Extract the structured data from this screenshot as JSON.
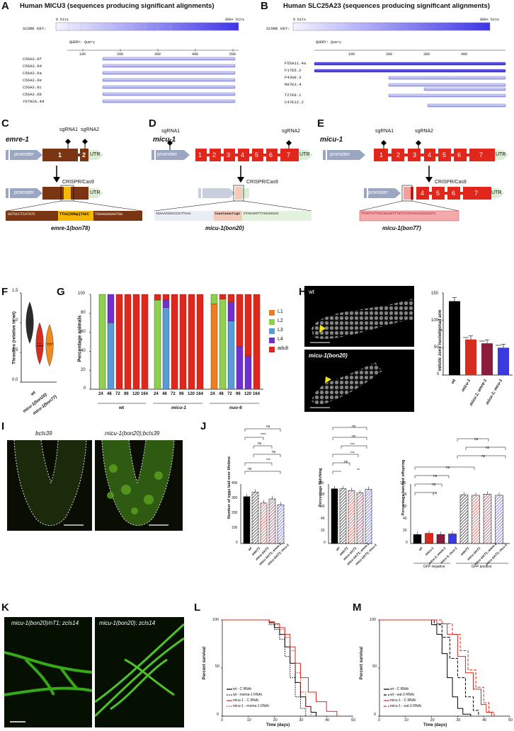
{
  "panel_letters": [
    "A",
    "B",
    "C",
    "D",
    "E",
    "F",
    "G",
    "H",
    "I",
    "J",
    "K",
    "L",
    "M"
  ],
  "panel_a": {
    "title": "Human MICU3 (sequences producing significant alignments)",
    "score_key": "SCORE KEY:",
    "score_min": "0 bits",
    "score_max": "800+ bits",
    "query_label": "QUERY: Query",
    "ticks": [
      "100",
      "200",
      "300",
      "400",
      "500"
    ],
    "hits": [
      "C56A3.6f",
      "C56A3.6d",
      "C56A3.6a",
      "C56A3.6e",
      "C56A3.6c",
      "C56A3.6b",
      "Y67H2A.4d"
    ]
  },
  "panel_b": {
    "title": "Human SLC25A23 (sequences producing significant alignments)",
    "score_key": "SCORE KEY:",
    "score_min": "0 bits",
    "score_max": "800+ bits",
    "query_label": "QUERY: Query",
    "ticks": [
      "100",
      "200",
      "300",
      "400"
    ],
    "hits": [
      "F55A11.4a",
      "F17E5.2",
      "F43G9.3",
      "R07E3.4",
      "T27E9.1",
      "C47E12.2"
    ]
  },
  "panel_c": {
    "gene": "emre-1",
    "sg1": "sgRNA1",
    "sg2": "sgRNA2",
    "promoter": "promoter",
    "utr": "UTR",
    "exons": [
      "1",
      "2"
    ],
    "method": "CRISPR/Cas9",
    "sequence_left": "GGTGCCTCATATC",
    "sequence_mid": "TTCG[85bp]TACC",
    "sequence_right": "TGGAGGAGAATGA",
    "allele": "emre-1(bon78)"
  },
  "panel_d": {
    "gene": "micu-1",
    "sg1": "sgRNA1",
    "sg2": "sgRNA2",
    "promoter": "promoter",
    "utr": "UTR",
    "exons": [
      "1",
      "2",
      "3",
      "4",
      "5",
      "6",
      "7"
    ],
    "method": "CRISPR/Cas9",
    "sequence_left": "AGAAACCGCCCACTTAAA",
    "sequence_mid": "taaataaactcga",
    "sequence_right": "GTAGAGGTTTAGAGCGAC",
    "allele": "micu-1(bon20)"
  },
  "panel_e": {
    "gene": "micu-1",
    "sg1": "sgRNA1",
    "sg2": "sgRNA2",
    "promoter": "promoter",
    "utr": "UTR",
    "exons": [
      "1",
      "2",
      "3",
      "4",
      "5",
      "6",
      "7"
    ],
    "exons_after": [
      "4",
      "5",
      "6",
      "7"
    ],
    "method": "CRISPR/Cas9",
    "sequence": "TTAATTATTGTCAGAAGTTTGTTTATCAGCACCGCCCGTA",
    "allele": "micu-1(bon77)"
  },
  "panel_f": {
    "ylabel": "Thrashes (relative to wt)",
    "yticks": [
      "0.0",
      "0.5",
      "1.0",
      "1.5"
    ],
    "groups": [
      "wt",
      "micu-1(bon20)",
      "micu-1(bon77)"
    ],
    "sig": [
      "****",
      "****"
    ],
    "colors": [
      "#2b2b2b",
      "#d62d1e",
      "#f08a1c"
    ]
  },
  "panel_g": {
    "ylabel": "Percentage animals",
    "yticks": [
      "0",
      "20",
      "40",
      "60",
      "80",
      "100"
    ],
    "timepoints": [
      "24",
      "48",
      "72",
      "96",
      "120",
      "164"
    ],
    "strains": [
      "wt",
      "micu-1",
      "nuo-6"
    ],
    "legend": [
      "L1",
      "L2",
      "L3",
      "L4",
      "adult"
    ],
    "colors": [
      "#ee7d22",
      "#8fd14f",
      "#5b9bd5",
      "#7030d0",
      "#e1261c"
    ]
  },
  "panel_h": {
    "img_top_label": "wt",
    "img_bottom_label": "micu-1(bon20)",
    "ylabel": "mitotic zone nuclei/gonad arm",
    "yticks": [
      "0",
      "50",
      "100",
      "150"
    ],
    "categories": [
      "wt",
      "micu-1",
      "micu-1; emre-1",
      "micu-1; mcu-1"
    ],
    "sig": [
      "****",
      "****",
      "****"
    ],
    "colors": [
      "#000000",
      "#d62d1e",
      "#8c1c3c",
      "#3a3ae0"
    ]
  },
  "panel_i": {
    "left_label": "bcIs39",
    "right_label": "micu-1(bon20);bcIs39"
  },
  "panel_j": {
    "eggs_ylabel": "Number of eggs laid over lifetime",
    "eggs_yticks": [
      "0",
      "100",
      "200",
      "300",
      "400"
    ],
    "hatch_ylabel": "Percentage hatching",
    "hatch_yticks": [
      "0",
      "20",
      "40",
      "60",
      "80",
      "100"
    ],
    "off_ylabel": "Percentage hatched offspring",
    "off_yticks": [
      "0",
      "20",
      "40",
      "60",
      "80",
      "100"
    ],
    "groups": [
      "wt",
      "wt/nT1",
      "micu-1/nT1",
      "micu-1/nT1; emre-1",
      "micu-1/nT1; mcu-1"
    ],
    "off_groups": [
      "wt",
      "micu-1",
      "micu-1; emre-1",
      "micu-1; mcu-1",
      "wt/nT1",
      "micu-1/nT1",
      "micu-1/nT1; emre-1",
      "micu-1/nT1; mcu-1"
    ],
    "gfp_negative": "GFP negative",
    "gfp_positive": "GFP positive",
    "ns": "ns",
    "sig3": "***",
    "sig4": "****",
    "sig2": "**"
  },
  "panel_k": {
    "left_label": "micu-1(bon20)/nT1; zcIs14",
    "right_label": "micu-1(bon20); zcIs14"
  },
  "panel_l": {
    "ylabel": "Percent survival",
    "xlabel": "Time (days)",
    "yticks": [
      "0",
      "50",
      "100"
    ],
    "xticks": [
      "0",
      "10",
      "20",
      "30",
      "40",
      "50"
    ],
    "legend": [
      "wt - C RNAi",
      "wt - moma-1 RNAi",
      "micu-1 - C RNAi",
      "micu-1 - moma-1 RNAi"
    ]
  },
  "panel_m": {
    "ylabel": "Percent survival",
    "xlabel": "Time (days)",
    "yticks": [
      "0",
      "50",
      "100"
    ],
    "xticks": [
      "0",
      "10",
      "20",
      "30",
      "40",
      "50"
    ],
    "legend": [
      "wt - C RNAi",
      "wt - eat-3 RNAi",
      "micu-1 - C RNAi",
      "micu-1 - eat-3 RNAi"
    ]
  },
  "chart_data": [
    {
      "type": "violin",
      "panel": "F",
      "categories": [
        "wt",
        "micu-1(bon20)",
        "micu-1(bon77)"
      ],
      "values": [
        1.0,
        0.65,
        0.62
      ],
      "ylabel": "Thrashes (relative to wt)",
      "ylim": [
        0,
        1.5
      ]
    },
    {
      "type": "bar",
      "panel": "G",
      "stacked": true,
      "ylabel": "Percentage animals",
      "ylim": [
        0,
        100
      ],
      "legend": [
        "L1",
        "L2",
        "L3",
        "L4",
        "adult"
      ],
      "groups": [
        {
          "strain": "wt",
          "timepoints": [
            "24",
            "48",
            "72",
            "96",
            "120",
            "164"
          ],
          "stacks": [
            [
              0,
              100,
              0,
              0,
              0
            ],
            [
              0,
              0,
              70,
              30,
              0
            ],
            [
              0,
              0,
              0,
              0,
              100
            ],
            [
              0,
              0,
              0,
              0,
              100
            ],
            [
              0,
              0,
              0,
              0,
              100
            ],
            [
              0,
              0,
              0,
              0,
              100
            ]
          ]
        },
        {
          "strain": "micu-1",
          "timepoints": [
            "24",
            "48",
            "72",
            "96",
            "120",
            "164"
          ],
          "stacks": [
            [
              0,
              94,
              0,
              0,
              6
            ],
            [
              0,
              0,
              86,
              8,
              6
            ],
            [
              0,
              0,
              0,
              0,
              100
            ],
            [
              0,
              0,
              0,
              0,
              100
            ],
            [
              0,
              0,
              0,
              0,
              100
            ],
            [
              0,
              0,
              0,
              0,
              100
            ]
          ]
        },
        {
          "strain": "nuo-6",
          "timepoints": [
            "24",
            "48",
            "72",
            "96",
            "120",
            "164"
          ],
          "stacks": [
            [
              90,
              10,
              0,
              0,
              0
            ],
            [
              0,
              95,
              0,
              0,
              5
            ],
            [
              0,
              0,
              72,
              20,
              8
            ],
            [
              0,
              0,
              0,
              45,
              55
            ],
            [
              0,
              0,
              0,
              35,
              65
            ],
            [
              0,
              0,
              0,
              0,
              100
            ]
          ]
        }
      ]
    },
    {
      "type": "bar",
      "panel": "H",
      "categories": [
        "wt",
        "micu-1",
        "micu-1; emre-1",
        "micu-1; mcu-1"
      ],
      "values": [
        135,
        65,
        58,
        50
      ],
      "ylabel": "mitotic zone nuclei/gonad arm",
      "ylim": [
        0,
        150
      ]
    },
    {
      "type": "bar",
      "panel": "J-eggs",
      "categories": [
        "wt",
        "wt/nT1",
        "micu-1/nT1",
        "micu-1/nT1; emre-1",
        "micu-1/nT1; mcu-1"
      ],
      "values": [
        315,
        345,
        272,
        300,
        260
      ],
      "ylabel": "Number of eggs laid over lifetime",
      "ylim": [
        0,
        400
      ]
    },
    {
      "type": "bar",
      "panel": "J-hatching",
      "categories": [
        "wt",
        "wt/nT1",
        "micu-1/nT1",
        "micu-1/nT1; emre-1",
        "micu-1/nT1; mcu-1"
      ],
      "values": [
        92,
        92,
        89,
        85,
        91
      ],
      "ylabel": "Percentage hatching",
      "ylim": [
        0,
        100
      ]
    },
    {
      "type": "bar",
      "panel": "J-offspring",
      "categories": [
        "wt",
        "micu-1",
        "micu-1; emre-1",
        "micu-1; mcu-1",
        "wt/nT1",
        "micu-1/nT1",
        "micu-1/nT1; emre-1",
        "micu-1/nT1; mcu-1"
      ],
      "values": [
        15,
        17,
        15,
        16,
        82,
        81,
        83,
        81
      ],
      "ylabel": "Percentage hatched offspring",
      "ylim": [
        0,
        100
      ]
    },
    {
      "type": "line",
      "panel": "L",
      "xlabel": "Time (days)",
      "ylabel": "Percent survival",
      "xlim": [
        0,
        50
      ],
      "ylim": [
        0,
        100
      ],
      "series": [
        {
          "name": "wt - C RNAi",
          "x": [
            0,
            14,
            18,
            20,
            22,
            24,
            26,
            28,
            30,
            32,
            34,
            36
          ],
          "y": [
            100,
            100,
            97,
            92,
            85,
            72,
            55,
            35,
            20,
            10,
            4,
            0
          ]
        },
        {
          "name": "wt - moma-1 RNAi",
          "x": [
            0,
            14,
            18,
            20,
            22,
            24,
            26,
            28,
            30,
            32
          ],
          "y": [
            100,
            100,
            95,
            90,
            80,
            62,
            40,
            20,
            8,
            0
          ]
        },
        {
          "name": "micu-1 - C RNAi",
          "x": [
            0,
            14,
            18,
            20,
            22,
            24,
            26,
            28,
            30,
            33,
            36,
            40,
            44
          ],
          "y": [
            100,
            100,
            98,
            96,
            92,
            85,
            72,
            55,
            40,
            25,
            15,
            5,
            0
          ]
        },
        {
          "name": "micu-1 - moma-1 RNAi",
          "x": [
            0,
            14,
            18,
            20,
            22,
            24,
            26,
            28,
            30,
            32,
            34
          ],
          "y": [
            100,
            100,
            98,
            95,
            90,
            82,
            68,
            45,
            25,
            10,
            0
          ]
        }
      ]
    },
    {
      "type": "line",
      "panel": "M",
      "xlabel": "Time (days)",
      "ylabel": "Percent survival",
      "xlim": [
        0,
        50
      ],
      "ylim": [
        0,
        100
      ],
      "series": [
        {
          "name": "wt - C RNAi",
          "x": [
            0,
            18,
            20,
            22,
            24,
            26,
            28,
            30,
            32,
            35
          ],
          "y": [
            100,
            100,
            95,
            85,
            65,
            40,
            20,
            8,
            2,
            0
          ]
        },
        {
          "name": "wt - eat-3 RNAi",
          "x": [
            0,
            18,
            21,
            24,
            27,
            30,
            33,
            36,
            38
          ],
          "y": [
            100,
            100,
            95,
            82,
            60,
            40,
            20,
            6,
            0
          ]
        },
        {
          "name": "micu-1 - C RNAi",
          "x": [
            0,
            18,
            22,
            26,
            30,
            33,
            36,
            39,
            41,
            43
          ],
          "y": [
            100,
            100,
            96,
            85,
            62,
            45,
            28,
            12,
            4,
            0
          ]
        },
        {
          "name": "micu-1 - eat-3 RNAi",
          "x": [
            0,
            20,
            24,
            28,
            31,
            34,
            37,
            40,
            42,
            44
          ],
          "y": [
            100,
            100,
            96,
            85,
            68,
            48,
            30,
            14,
            4,
            0
          ]
        }
      ]
    }
  ]
}
